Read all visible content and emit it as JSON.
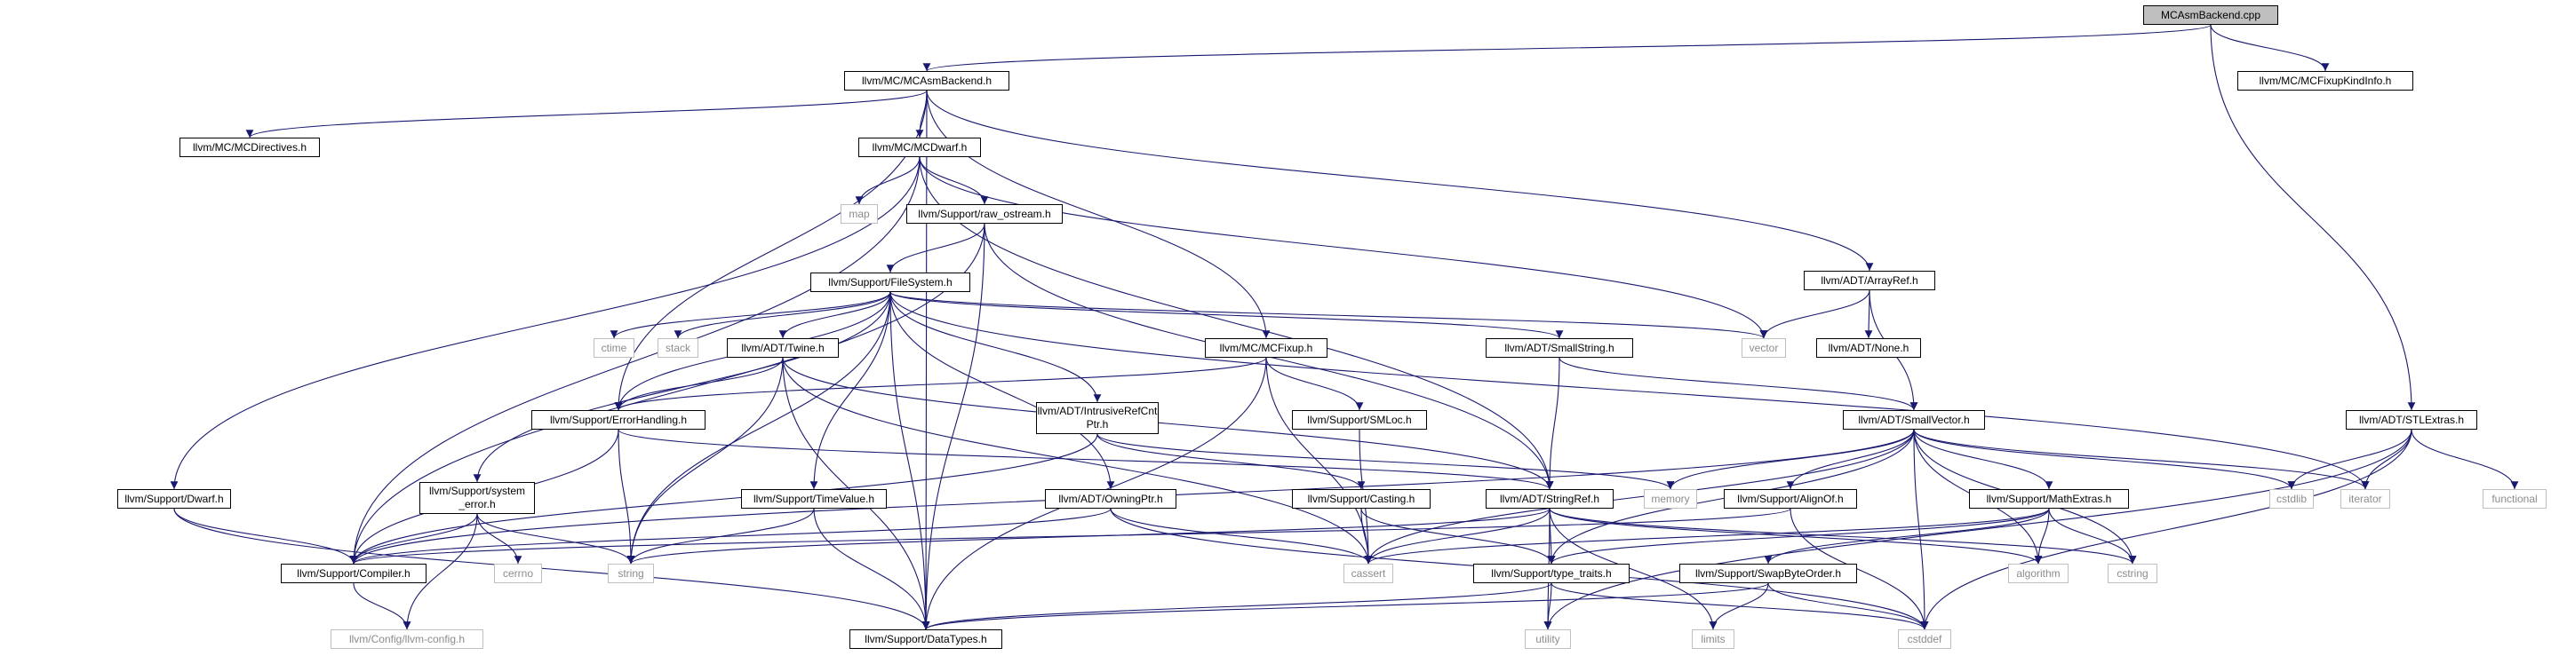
{
  "graph": {
    "nodes": {
      "root": "MCAsmBackend.cpp",
      "mcasmbackend": "llvm/MC/MCAsmBackend.h",
      "mcfixupkindinfo": "llvm/MC/MCFixupKindInfo.h",
      "mcdirectives": "llvm/MC/MCDirectives.h",
      "mcdwarf": "llvm/MC/MCDwarf.h",
      "map": "map",
      "raw_ostream": "llvm/Support/raw_ostream.h",
      "arrayref": "llvm/ADT/ArrayRef.h",
      "filesystem": "llvm/Support/FileSystem.h",
      "ctime": "ctime",
      "stack": "stack",
      "twine": "llvm/ADT/Twine.h",
      "mcfixup": "llvm/MC/MCFixup.h",
      "smallstring": "llvm/ADT/SmallString.h",
      "vector": "vector",
      "none": "llvm/ADT/None.h",
      "stlextras": "llvm/ADT/STLExtras.h",
      "errorhandling": "llvm/Support/ErrorHandling.h",
      "intrusiverefcntptr": "llvm/ADT/IntrusiveRefCnt Ptr.h",
      "smloc": "llvm/Support/SMLoc.h",
      "smallvector": "llvm/ADT/SmallVector.h",
      "dwarf": "llvm/Support/Dwarf.h",
      "system_error": "llvm/Support/system _error.h",
      "timevalue": "llvm/Support/TimeValue.h",
      "owningptr": "llvm/ADT/OwningPtr.h",
      "casting": "llvm/Support/Casting.h",
      "stringref": "llvm/ADT/StringRef.h",
      "memory": "memory",
      "alignof": "llvm/Support/AlignOf.h",
      "mathextras": "llvm/Support/MathExtras.h",
      "cstdlib": "cstdlib",
      "iterator": "iterator",
      "functional": "functional",
      "compiler": "llvm/Support/Compiler.h",
      "cerrno": "cerrno",
      "string": "string",
      "cassert": "cassert",
      "type_traits": "llvm/Support/type_traits.h",
      "swapbyteorder": "llvm/Support/SwapByteOrder.h",
      "algorithm": "algorithm",
      "cstring": "cstring",
      "llvm_config": "llvm/Config/llvm-config.h",
      "datatypes": "llvm/Support/DataTypes.h",
      "utility": "utility",
      "limits": "limits",
      "cstddef": "cstddef"
    },
    "edges": [
      [
        "root",
        "mcasmbackend"
      ],
      [
        "root",
        "mcfixupkindinfo"
      ],
      [
        "root",
        "stlextras"
      ],
      [
        "mcasmbackend",
        "mcdirectives"
      ],
      [
        "mcasmbackend",
        "mcdwarf"
      ],
      [
        "mcasmbackend",
        "arrayref"
      ],
      [
        "mcasmbackend",
        "mcfixup"
      ],
      [
        "mcasmbackend",
        "errorhandling"
      ],
      [
        "mcasmbackend",
        "datatypes"
      ],
      [
        "mcdwarf",
        "map"
      ],
      [
        "mcdwarf",
        "raw_ostream"
      ],
      [
        "mcdwarf",
        "vector"
      ],
      [
        "mcdwarf",
        "stringref"
      ],
      [
        "mcdwarf",
        "dwarf"
      ],
      [
        "mcdwarf",
        "compiler"
      ],
      [
        "raw_ostream",
        "filesystem"
      ],
      [
        "raw_ostream",
        "stringref"
      ],
      [
        "raw_ostream",
        "compiler"
      ],
      [
        "raw_ostream",
        "datatypes"
      ],
      [
        "arrayref",
        "vector"
      ],
      [
        "arrayref",
        "none"
      ],
      [
        "arrayref",
        "smallvector"
      ],
      [
        "filesystem",
        "ctime"
      ],
      [
        "filesystem",
        "stack"
      ],
      [
        "filesystem",
        "twine"
      ],
      [
        "filesystem",
        "smallstring"
      ],
      [
        "filesystem",
        "vector"
      ],
      [
        "filesystem",
        "iterator"
      ],
      [
        "filesystem",
        "errorhandling"
      ],
      [
        "filesystem",
        "intrusiverefcntptr"
      ],
      [
        "filesystem",
        "system_error"
      ],
      [
        "filesystem",
        "timevalue"
      ],
      [
        "filesystem",
        "owningptr"
      ],
      [
        "filesystem",
        "string"
      ],
      [
        "filesystem",
        "datatypes"
      ],
      [
        "twine",
        "errorhandling"
      ],
      [
        "twine",
        "stringref"
      ],
      [
        "twine",
        "string"
      ],
      [
        "twine",
        "cassert"
      ],
      [
        "twine",
        "datatypes"
      ],
      [
        "mcfixup",
        "errorhandling"
      ],
      [
        "mcfixup",
        "smloc"
      ],
      [
        "mcfixup",
        "cassert"
      ],
      [
        "mcfixup",
        "datatypes"
      ],
      [
        "smallstring",
        "smallvector"
      ],
      [
        "smallstring",
        "stringref"
      ],
      [
        "stlextras",
        "cstdlib"
      ],
      [
        "stlextras",
        "iterator"
      ],
      [
        "stlextras",
        "functional"
      ],
      [
        "stlextras",
        "utility"
      ],
      [
        "stlextras",
        "cstddef"
      ],
      [
        "errorhandling",
        "compiler"
      ],
      [
        "errorhandling",
        "stringref"
      ],
      [
        "errorhandling",
        "string"
      ],
      [
        "intrusiverefcntptr",
        "casting"
      ],
      [
        "intrusiverefcntptr",
        "compiler"
      ],
      [
        "intrusiverefcntptr",
        "memory"
      ],
      [
        "smloc",
        "cassert"
      ],
      [
        "smallvector",
        "alignof"
      ],
      [
        "smallvector",
        "compiler"
      ],
      [
        "smallvector",
        "mathextras"
      ],
      [
        "smallvector",
        "type_traits"
      ],
      [
        "smallvector",
        "algorithm"
      ],
      [
        "smallvector",
        "cassert"
      ],
      [
        "smallvector",
        "cstddef"
      ],
      [
        "smallvector",
        "cstdlib"
      ],
      [
        "smallvector",
        "cstring"
      ],
      [
        "smallvector",
        "iterator"
      ],
      [
        "smallvector",
        "memory"
      ],
      [
        "dwarf",
        "compiler"
      ],
      [
        "dwarf",
        "datatypes"
      ],
      [
        "system_error",
        "compiler"
      ],
      [
        "system_error",
        "llvm_config"
      ],
      [
        "system_error",
        "cerrno"
      ],
      [
        "system_error",
        "string"
      ],
      [
        "timevalue",
        "datatypes"
      ],
      [
        "timevalue",
        "string"
      ],
      [
        "owningptr",
        "compiler"
      ],
      [
        "owningptr",
        "cassert"
      ],
      [
        "owningptr",
        "cstddef"
      ],
      [
        "casting",
        "type_traits"
      ],
      [
        "casting",
        "cassert"
      ],
      [
        "stringref",
        "type_traits"
      ],
      [
        "stringref",
        "algorithm"
      ],
      [
        "stringref",
        "cassert"
      ],
      [
        "stringref",
        "cstring"
      ],
      [
        "stringref",
        "limits"
      ],
      [
        "stringref",
        "string"
      ],
      [
        "stringref",
        "utility"
      ],
      [
        "alignof",
        "compiler"
      ],
      [
        "alignof",
        "cstddef"
      ],
      [
        "mathextras",
        "swapbyteorder"
      ],
      [
        "mathextras",
        "type_traits"
      ],
      [
        "mathextras",
        "algorithm"
      ],
      [
        "mathextras",
        "cassert"
      ],
      [
        "mathextras",
        "cstring"
      ],
      [
        "compiler",
        "llvm_config"
      ],
      [
        "type_traits",
        "datatypes"
      ],
      [
        "type_traits",
        "utility"
      ],
      [
        "type_traits",
        "cstddef"
      ],
      [
        "swapbyteorder",
        "datatypes"
      ],
      [
        "swapbyteorder",
        "limits"
      ],
      [
        "swapbyteorder",
        "cstddef"
      ]
    ]
  }
}
